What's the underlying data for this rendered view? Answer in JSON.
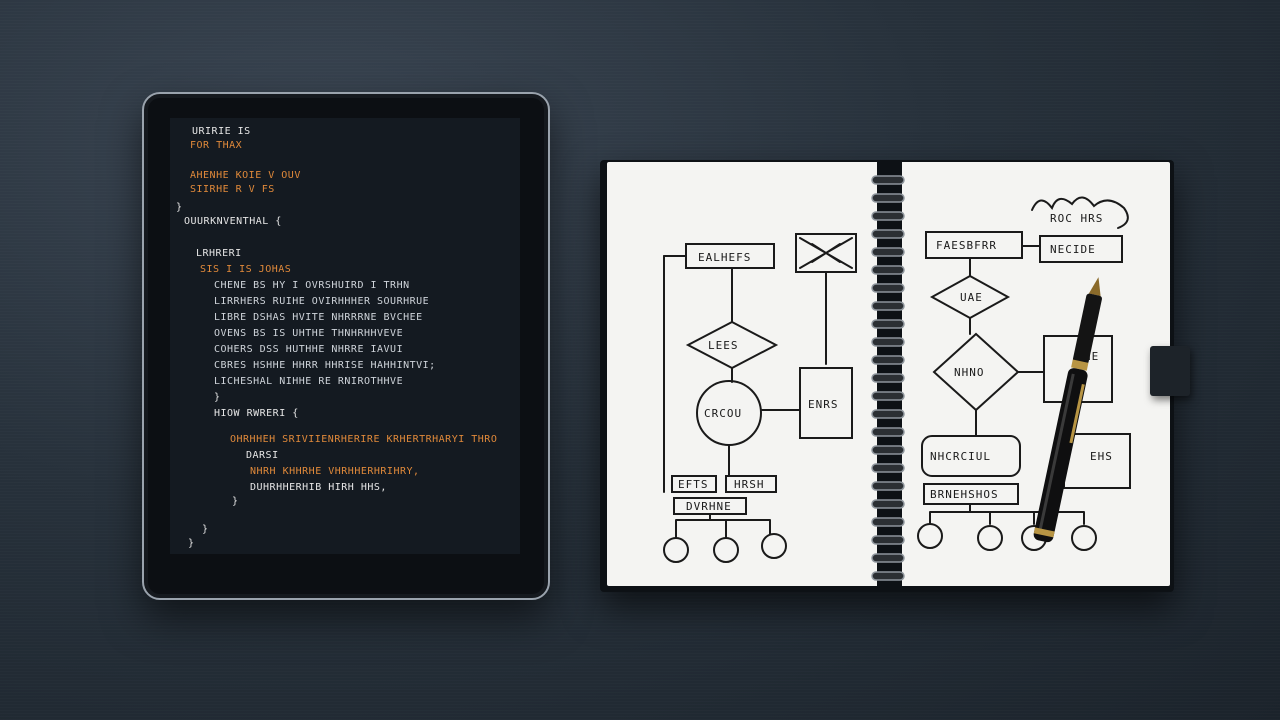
{
  "tablet": {
    "code_lines": [
      {
        "text": "URIRIE IS",
        "color": "w"
      },
      {
        "text": "FOR THAX",
        "color": "o"
      },
      {
        "text": "AHENHE KOIE V OUV",
        "color": "o"
      },
      {
        "text": "SIIRHE R V FS",
        "color": "o"
      },
      {
        "text": "}",
        "color": "w"
      },
      {
        "text": "OUURKNVENTHAL {",
        "color": "w"
      },
      {
        "text": "LRHRERI",
        "color": "w"
      },
      {
        "text": "SIS I IS JOHAS",
        "color": "o"
      },
      {
        "text": "CHENE BS HY I OVRSHUIRD I TRHN",
        "color": "g"
      },
      {
        "text": "LIRRHERS RUIHE OVIRHHHER SOURHRUE",
        "color": "g"
      },
      {
        "text": "LIBRE DSHAS HVITE NHRRRNE BVCHEE",
        "color": "g"
      },
      {
        "text": "OVENS BS IS UHTHE THNHRHHVEVE",
        "color": "g"
      },
      {
        "text": "COHERS DSS HUTHHE NHRRE IAVUI",
        "color": "g"
      },
      {
        "text": "CBRES HSHHE HHRR HHRISE HAHHINTVI;",
        "color": "g"
      },
      {
        "text": "LICHESHAL NIHHE RE RNIROTHHVE",
        "color": "g"
      },
      {
        "text": "}",
        "color": "w"
      },
      {
        "text": "HIOW RWRERI {",
        "color": "w"
      },
      {
        "text": "OHRHHEH SRIVIIENRHERIRE KRHERTRHARYI THRO",
        "color": "o"
      },
      {
        "text": "DARSI",
        "color": "w"
      },
      {
        "text": "NHRH KHHRHE VHRHHERHRIHRY,",
        "color": "o"
      },
      {
        "text": "DUHRHHERHIB HIRH HHS,",
        "color": "w"
      },
      {
        "text": "}",
        "color": "w"
      },
      {
        "text": "}",
        "color": "w"
      },
      {
        "text": "}",
        "color": "w"
      }
    ]
  },
  "notebook": {
    "left_page": {
      "box_top": "EALHEFS",
      "diamond": "LEES",
      "circle": "CRCOU",
      "small_box_a": "EFTS",
      "small_box_b": "HRSH",
      "bottom_box": "DVRHNE",
      "side_box": "ENRS"
    },
    "right_page": {
      "corner_scribble": "ROC HRS",
      "box_left": "FAESBFRR",
      "box_right": "NECIDE",
      "diamond_top": "UAE",
      "diamond_mid": "NHNO",
      "box_mid_right": "NE",
      "rounded_box": "NHCRCIUL",
      "note_box": "EHS",
      "bottom_box": "BRNEHSHOS"
    }
  }
}
